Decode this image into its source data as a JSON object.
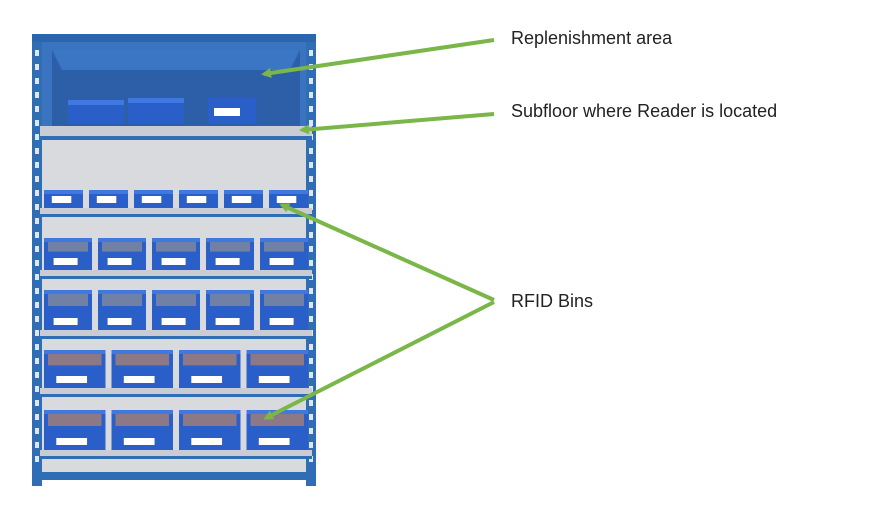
{
  "labels": {
    "replenishment": "Replenishment area",
    "subfloor": "Subfloor  where Reader is located",
    "rfid": "RFID Bins"
  },
  "colors": {
    "arrow": "#7ab648",
    "frame": "#2f6db5",
    "frame_dark": "#245a99",
    "bin": "#2a5fc9",
    "bin_dark": "#1f4ba3",
    "shelf": "#c9ccd2",
    "back_panel": "#d8dade"
  },
  "shelf_rows": [
    {
      "row": "replenishment",
      "bins": 3
    },
    {
      "row": "rfid-1",
      "bins": 6
    },
    {
      "row": "rfid-2",
      "bins": 5
    },
    {
      "row": "rfid-3",
      "bins": 5
    },
    {
      "row": "rfid-4",
      "bins": 4
    },
    {
      "row": "rfid-5",
      "bins": 4
    }
  ]
}
